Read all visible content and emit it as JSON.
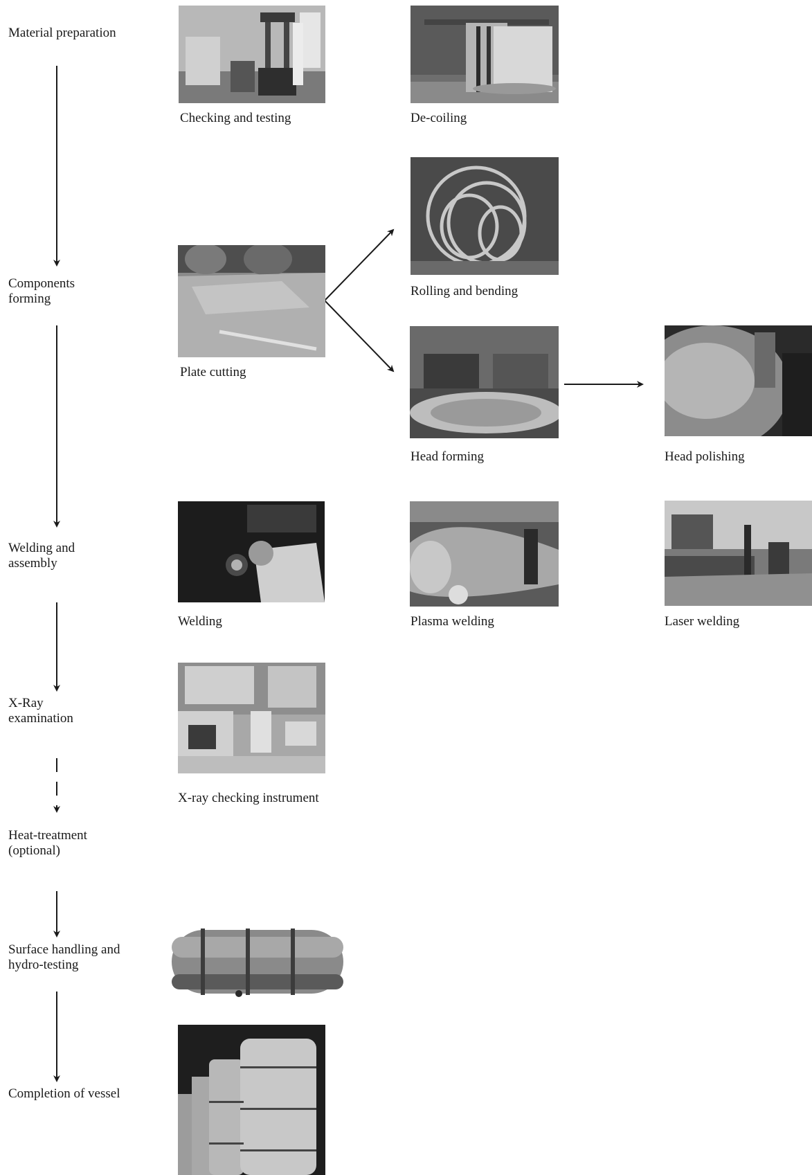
{
  "stages": {
    "material_preparation": "Material preparation",
    "components_forming": [
      "Components",
      "forming"
    ],
    "welding_assembly": [
      "Welding and",
      "assembly"
    ],
    "xray_examination": [
      "X-Ray",
      "examination"
    ],
    "heat_treatment": [
      "Heat-treatment",
      "(optional)"
    ],
    "surface_handling": [
      "Surface handling and",
      "hydro-testing"
    ],
    "completion": "Completion of vessel"
  },
  "captions": {
    "checking_testing": "Checking and testing",
    "de_coiling": "De-coiling",
    "rolling_bending": "Rolling and bending",
    "plate_cutting": "Plate cutting",
    "head_forming": "Head forming",
    "head_polishing": "Head polishing",
    "welding": "Welding",
    "plasma_welding": "Plasma welding",
    "laser_welding": "Laser welding",
    "xray_instrument": "X-ray checking instrument"
  }
}
